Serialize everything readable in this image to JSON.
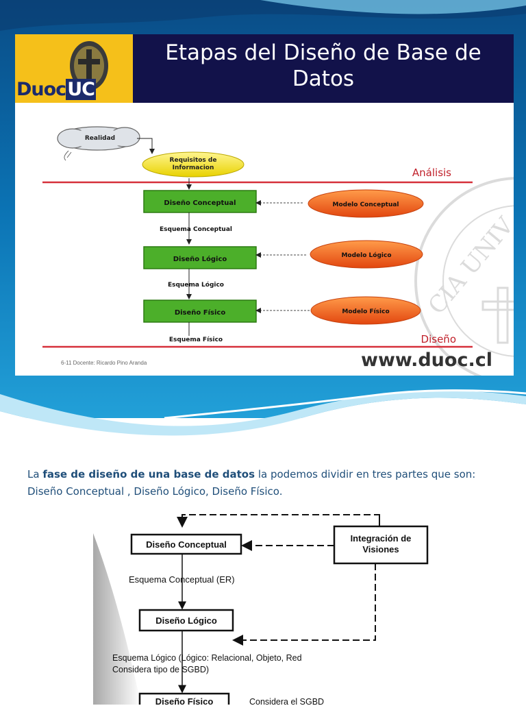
{
  "slide1": {
    "title_line1": "Etapas del Diseño de Base de",
    "title_line2": "Datos",
    "logo_left": "Duoc",
    "logo_right": "UC",
    "realidad": "Realidad",
    "requisitos_line1": "Requisitos de",
    "requisitos_line2": "Informacion",
    "analisis": "Análisis",
    "diseno_conceptual": "Diseño Conceptual",
    "esquema_conceptual": "Esquema Conceptual",
    "modelo_conceptual": "Modelo Conceptual",
    "diseno_logico": "Diseño Lógico",
    "esquema_logico": "Esquema Lógico",
    "modelo_logico": "Modelo Lógico",
    "diseno_fisico": "Diseño Físico",
    "esquema_fisico": "Esquema Físico",
    "modelo_fisico": "Modelo Físico",
    "diseno_label": "Diseño",
    "footer": "6-11   Docente: Ricardo Pino Aranda",
    "url": "www.duoc.cl"
  },
  "paragraph": {
    "prefix": "La ",
    "bold": "fase de diseño de una base de datos",
    "rest": " la podemos dividir en tres partes que son: Diseño Conceptual , Diseño Lógico, Diseño Físico."
  },
  "diagram2": {
    "diseno_conceptual": "Diseño Conceptual",
    "integracion_line1": "Integración de",
    "integracion_line2": "Visiones",
    "esquema_conceptual": "Esquema Conceptual (ER)",
    "diseno_logico": "Diseño Lógico",
    "esquema_logico_line1": "Esquema Lógico (Lógico: Relacional, Objeto, Red",
    "esquema_logico_line2": "Considera tipo de SGBD)",
    "diseno_fisico": "Diseño Físico",
    "considera_sgbd": "Considera el SGBD"
  },
  "colors": {
    "banner_blue": "#0a6fb0",
    "header_navy": "#12124a",
    "logo_yellow": "#f5c01a",
    "box_green": "#4caf2a",
    "oval_orange": "#f26a1b",
    "oval_yellow": "#f6e81a",
    "red_line": "#d6303a",
    "text_blue": "#1f4e79"
  }
}
